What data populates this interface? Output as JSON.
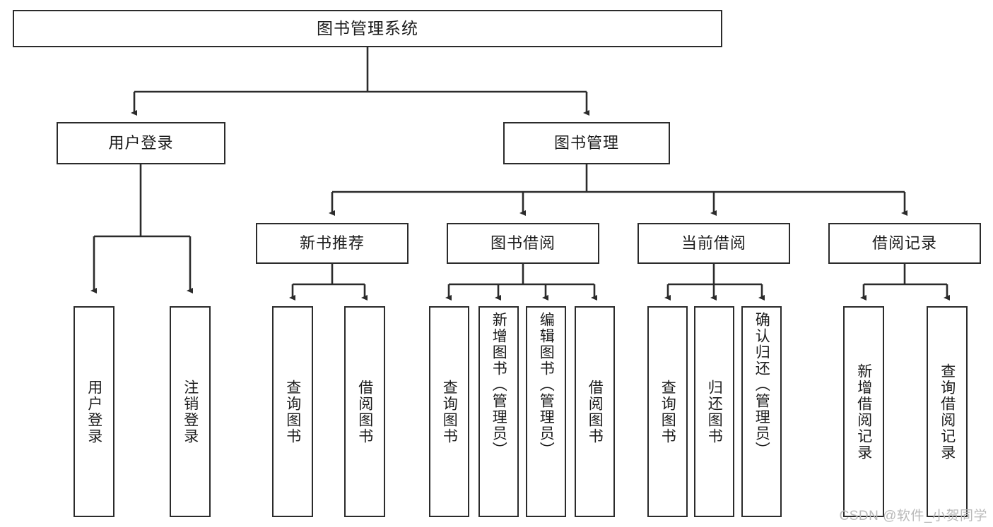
{
  "diagram": {
    "title": "图书管理系统",
    "type": "tree-hierarchy-diagram",
    "colors": {
      "box_border": "#2b2b2b",
      "box_fill": "#ffffff",
      "edge": "#2b2b2b",
      "text": "#1b1b1b",
      "watermark": "#b9b9b9",
      "background": "#ffffff"
    },
    "root": {
      "label": "图书管理系统"
    },
    "level2": [
      {
        "id": "user-login",
        "label": "用户登录"
      },
      {
        "id": "book-management",
        "label": "图书管理"
      }
    ],
    "level3": [
      {
        "id": "new-book-recommend",
        "label": "新书推荐"
      },
      {
        "id": "book-borrow",
        "label": "图书借阅"
      },
      {
        "id": "current-borrow",
        "label": "当前借阅"
      },
      {
        "id": "borrow-record",
        "label": "借阅记录"
      }
    ],
    "leaves": {
      "user_login": [
        {
          "id": "leaf-user-login",
          "label": "用户登录"
        },
        {
          "id": "leaf-user-logout",
          "label": "注销登录"
        }
      ],
      "new_book_recommend": [
        {
          "id": "leaf-query-book-1",
          "label": "查询图书"
        },
        {
          "id": "leaf-borrow-book-1",
          "label": "借阅图书"
        }
      ],
      "book_borrow": [
        {
          "id": "leaf-query-book-2",
          "label": "查询图书"
        },
        {
          "id": "leaf-add-book",
          "label": "新增图书（管理员）"
        },
        {
          "id": "leaf-edit-book",
          "label": "编辑图书（管理员）"
        },
        {
          "id": "leaf-borrow-book-2",
          "label": "借阅图书"
        }
      ],
      "current_borrow": [
        {
          "id": "leaf-query-book-3",
          "label": "查询图书"
        },
        {
          "id": "leaf-return-book",
          "label": "归还图书"
        },
        {
          "id": "leaf-confirm-return",
          "label": "确认归还（管理员）"
        }
      ],
      "borrow_record": [
        {
          "id": "leaf-add-record",
          "label": "新增借阅记录"
        },
        {
          "id": "leaf-query-record",
          "label": "查询借阅记录"
        }
      ]
    }
  },
  "watermark": {
    "text": "CSDN @软件_小贺同学"
  }
}
